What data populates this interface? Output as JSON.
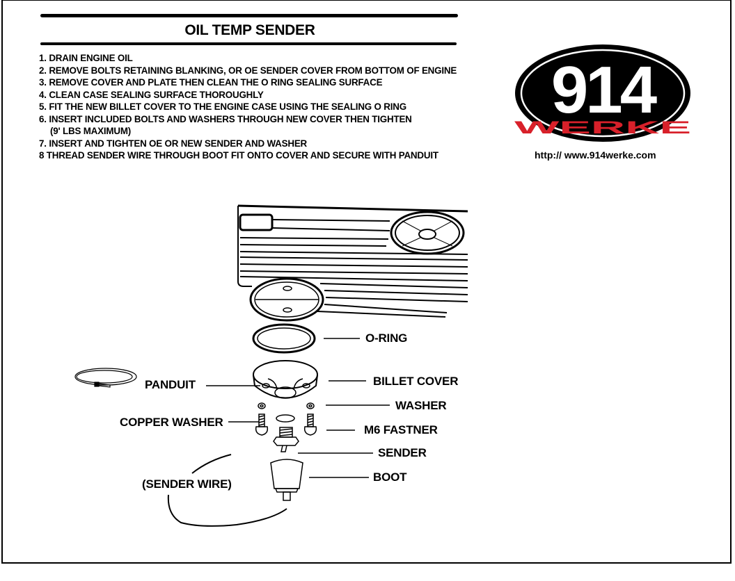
{
  "title": "OIL TEMP SENDER",
  "steps": [
    {
      "num": "1.",
      "text": "DRAIN ENGINE OIL"
    },
    {
      "num": "2.",
      "text": "REMOVE BOLTS RETAINING BLANKING, OR OE SENDER COVER FROM BOTTOM OF ENGINE"
    },
    {
      "num": "3.",
      "text": "REMOVE COVER AND PLATE THEN CLEAN THE O RING SEALING SURFACE"
    },
    {
      "num": "4.",
      "text": "CLEAN CASE SEALING SURFACE  THOROUGHLY"
    },
    {
      "num": "5.",
      "text": "FIT THE NEW BILLET COVER TO THE ENGINE CASE USING THE SEALING O RING"
    },
    {
      "num": "6.",
      "text": "INSERT INCLUDED BOLTS AND WASHERS THROUGH NEW COVER THEN TIGHTEN",
      "continuation": "(9' LBS MAXIMUM)"
    },
    {
      "num": "7.",
      "text": "INSERT AND TIGHTEN OE OR NEW SENDER AND WASHER"
    },
    {
      "num": "8",
      "text": "THREAD SENDER WIRE THROUGH BOOT FIT ONTO COVER AND SECURE WITH PANDUIT"
    }
  ],
  "logo": {
    "number": "914",
    "word": "WERKE",
    "url": "http:// www.914werke.com",
    "colors": {
      "oval": "#000000",
      "number": "#ffffff",
      "word": "#d8202a"
    }
  },
  "labels": {
    "o_ring": "O-RING",
    "panduit": "PANDUIT",
    "billet_cover": "BILLET COVER",
    "washer": "WASHER",
    "copper_washer": "COPPER WASHER",
    "m6_fastner": "M6 FASTNER",
    "sender": "SENDER",
    "boot": "BOOT",
    "sender_wire": "(SENDER WIRE)"
  }
}
